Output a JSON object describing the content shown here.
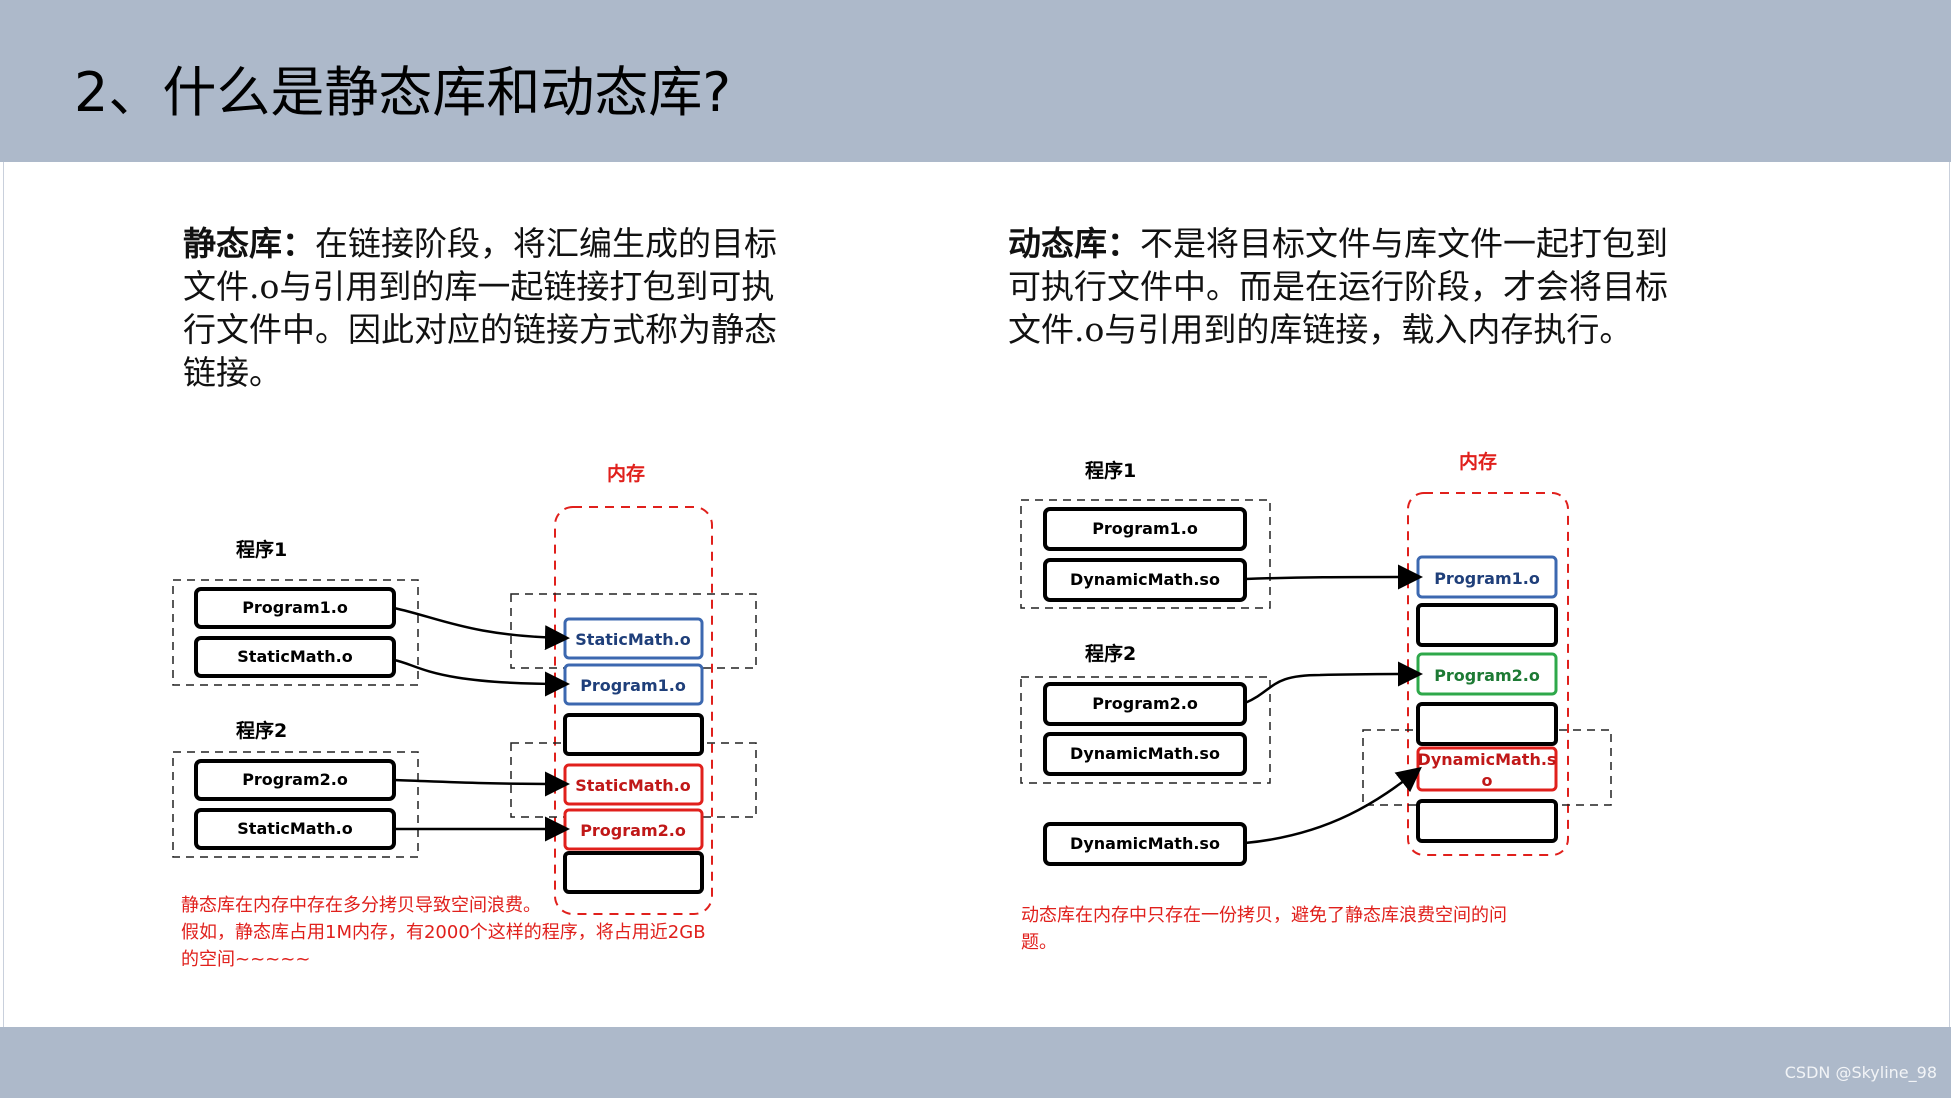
{
  "title": "2、什么是静态库和动态库?",
  "static_section": {
    "lead": "静态库：",
    "body": "在链接阶段，将汇编生成的目标文件.o与引用到的库一起链接打包到可执行文件中。因此对应的链接方式称为静态链接。",
    "memory_label": "内存",
    "program1_label": "程序1",
    "program2_label": "程序2",
    "program1_boxes": [
      "Program1.o",
      "StaticMath.o"
    ],
    "program2_boxes": [
      "Program2.o",
      "StaticMath.o"
    ],
    "memory_boxes": [
      "StaticMath.o",
      "Program1.o",
      "",
      "StaticMath.o",
      "Program2.o",
      ""
    ],
    "note": [
      "静态库在内存中存在多分拷贝导致空间浪费。",
      "假如，静态库占用1M内存，有2000个这样的程序，将占用近2GB",
      "的空间~~~~~"
    ]
  },
  "dynamic_section": {
    "lead": "动态库：",
    "body": "不是将目标文件与库文件一起打包到可执行文件中。而是在运行阶段，才会将目标文件.o与引用到的库链接，载入内存执行。",
    "memory_label": "内存",
    "program1_label": "程序1",
    "program2_label": "程序2",
    "program1_boxes": [
      "Program1.o",
      "DynamicMath.so"
    ],
    "program2_boxes": [
      "Program2.o",
      "DynamicMath.so"
    ],
    "extra_box": "DynamicMath.so",
    "memory_boxes": [
      "Program1.o",
      "",
      "Program2.o",
      "",
      "DynamicMath.s",
      "o",
      ""
    ],
    "note": [
      "动态库在内存中只存在一份拷贝，避免了静态库浪费空间的问",
      "题。"
    ]
  },
  "watermark": "CSDN @Skyline_98",
  "colors": {
    "band": "#adb9ca",
    "red": "#e0201c",
    "blue": "#3c68b0",
    "green": "#2ea84a",
    "black": "#000000"
  }
}
